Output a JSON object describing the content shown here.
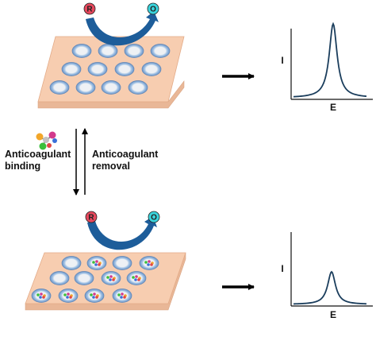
{
  "redox": {
    "top": {
      "reduced_label": "R",
      "oxidized_label": "O"
    },
    "bottom": {
      "reduced_label": "R",
      "oxidized_label": "O"
    },
    "reduced_color": "#e8485d",
    "oxidized_color": "#39d4dc",
    "arrow_color": "#1d5d9a"
  },
  "process": {
    "left_label_line1": "Anticoagulant",
    "left_label_line2": "binding",
    "right_label_line1": "Anticoagulant",
    "right_label_line2": "removal"
  },
  "plots": {
    "top": {
      "ylabel": "I",
      "xlabel": "E",
      "peak": "high"
    },
    "bottom": {
      "ylabel": "I",
      "xlabel": "E",
      "peak": "low"
    }
  },
  "colors": {
    "plate": "#f7cdb0",
    "well_ring": "#8fb5dd",
    "curve": "#1a3d5c"
  }
}
